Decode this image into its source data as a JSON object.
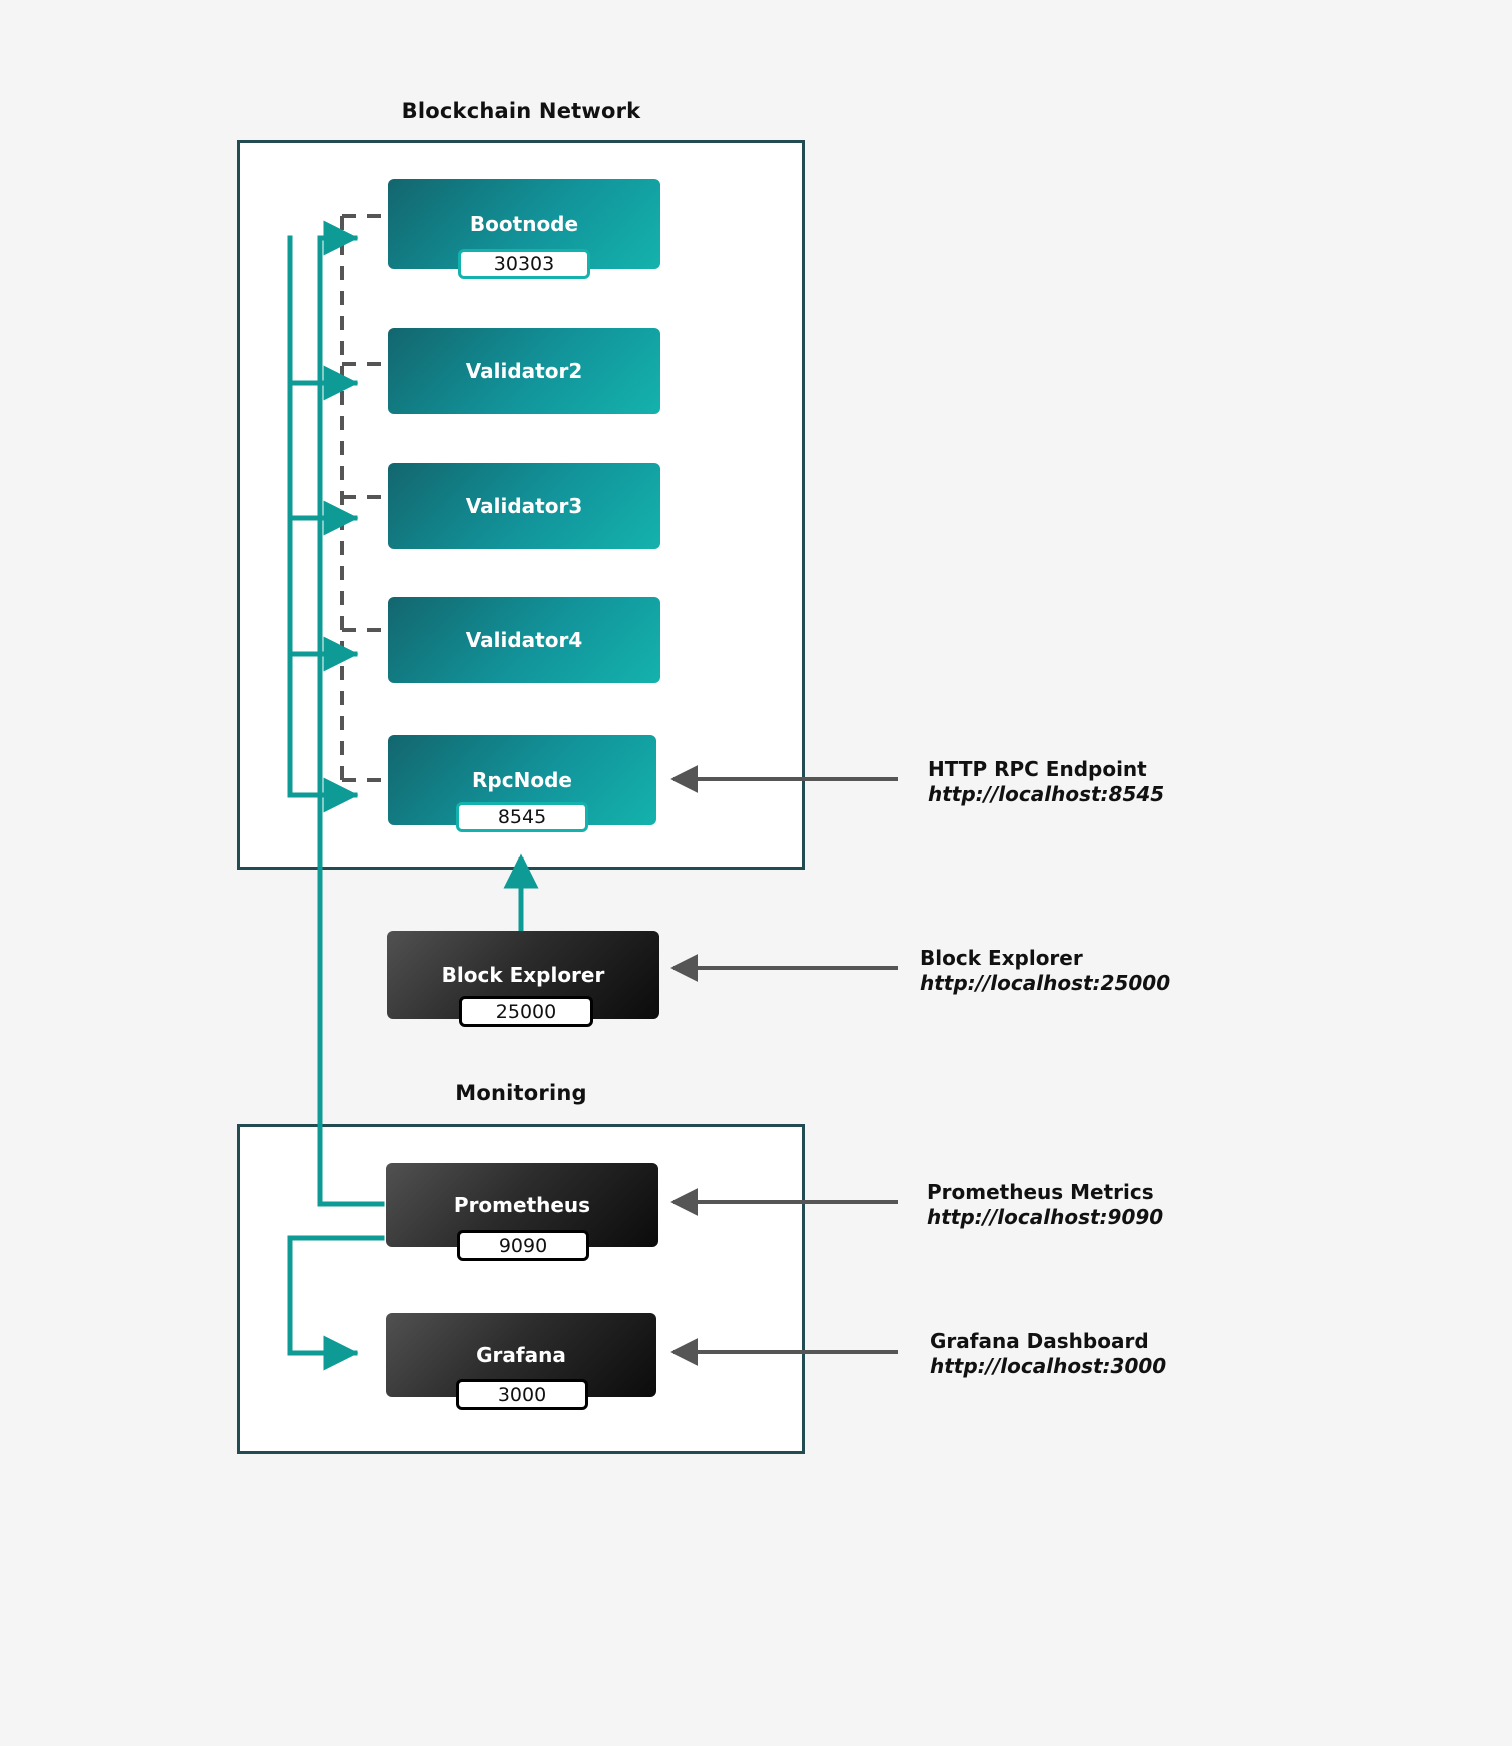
{
  "diagram": {
    "background_color": "#f5f5f5",
    "accent_teal": "#14b2ad",
    "cluster_border_color": "#234b52",
    "dashed_line_color": "#555555",
    "annotation_arrow_color": "#555555"
  },
  "clusters": [
    {
      "id": "blockchain-network",
      "title": "Blockchain Network"
    },
    {
      "id": "monitoring",
      "title": "Monitoring"
    }
  ],
  "nodes": [
    {
      "id": "bootnode",
      "label": "Bootnode",
      "port": "30303",
      "style": "teal"
    },
    {
      "id": "validator2",
      "label": "Validator2",
      "port": "",
      "style": "teal"
    },
    {
      "id": "validator3",
      "label": "Validator3",
      "port": "",
      "style": "teal"
    },
    {
      "id": "validator4",
      "label": "Validator4",
      "port": "",
      "style": "teal"
    },
    {
      "id": "rpcnode",
      "label": "RpcNode",
      "port": "8545",
      "style": "teal"
    },
    {
      "id": "block-explorer",
      "label": "Block Explorer",
      "port": "25000",
      "style": "dark"
    },
    {
      "id": "prometheus",
      "label": "Prometheus",
      "port": "9090",
      "style": "dark"
    },
    {
      "id": "grafana",
      "label": "Grafana",
      "port": "3000",
      "style": "dark"
    }
  ],
  "annotations": [
    {
      "id": "rpc-endpoint",
      "title": "HTTP RPC Endpoint",
      "url": "http://localhost:8545"
    },
    {
      "id": "block-explorer-url",
      "title": "Block Explorer",
      "url": "http://localhost:25000"
    },
    {
      "id": "prometheus-metrics",
      "title": "Prometheus Metrics",
      "url": "http://localhost:9090"
    },
    {
      "id": "grafana-dashboard",
      "title": "Grafana Dashboard",
      "url": "http://localhost:3000"
    }
  ]
}
